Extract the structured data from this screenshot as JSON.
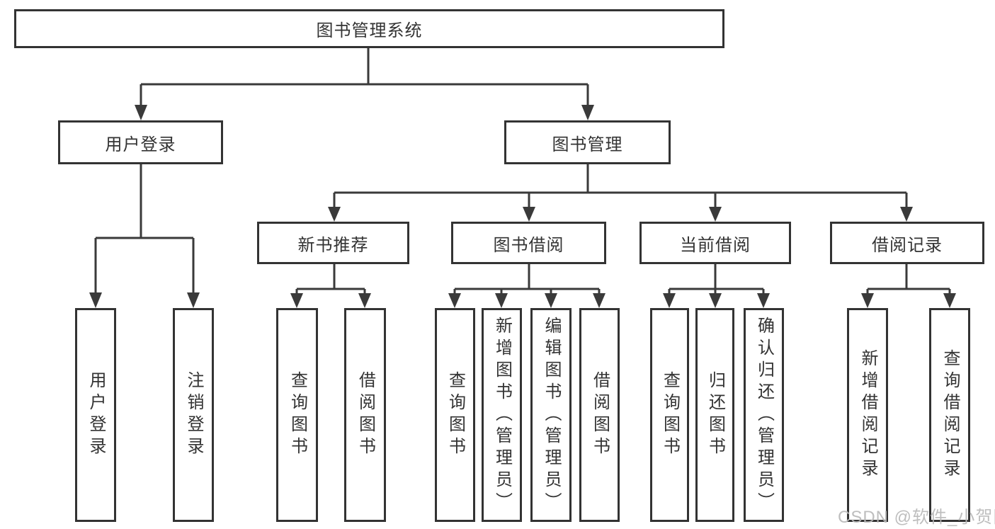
{
  "tree": {
    "label": "图书管理系统",
    "children": [
      {
        "label": "用户登录",
        "children": [
          {
            "label": "用户登录"
          },
          {
            "label": "注销登录"
          }
        ]
      },
      {
        "label": "图书管理",
        "children": [
          {
            "label": "新书推荐",
            "children": [
              {
                "label": "查询图书"
              },
              {
                "label": "借阅图书"
              }
            ]
          },
          {
            "label": "图书借阅",
            "children": [
              {
                "label": "查询图书"
              },
              {
                "label": "新增图书（管理员）"
              },
              {
                "label": "编辑图书（管理员）"
              },
              {
                "label": "借阅图书"
              }
            ]
          },
          {
            "label": "当前借阅",
            "children": [
              {
                "label": "查询图书"
              },
              {
                "label": "归还图书"
              },
              {
                "label": "确认归还（管理员）"
              }
            ]
          },
          {
            "label": "借阅记录",
            "children": [
              {
                "label": "新增借阅记录"
              },
              {
                "label": "查询借阅记录"
              }
            ]
          }
        ]
      }
    ]
  },
  "watermark": {
    "text": "CSDN @软件_小贺同学",
    "color": "#b9b9b9"
  },
  "colors": {
    "line": "#3a3a3a",
    "border": "#333333",
    "text": "#333333",
    "background": "#ffffff"
  }
}
